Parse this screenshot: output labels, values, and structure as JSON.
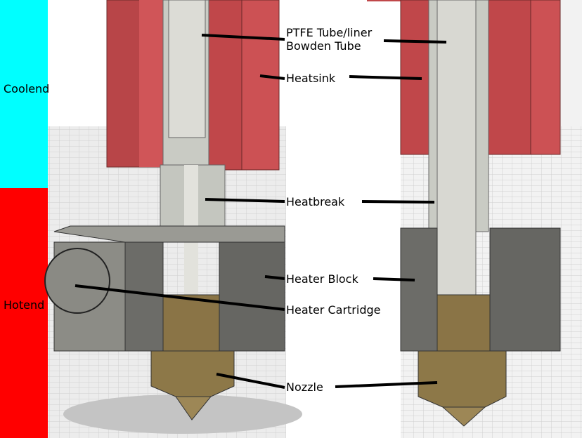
{
  "zones": [
    {
      "label": "Coolend",
      "color": "#00ffff"
    },
    {
      "label": "Hotend",
      "color": "#ff0000"
    }
  ],
  "labels": {
    "ptfe_line1": "PTFE Tube/liner",
    "ptfe_line2": "Bowden Tube",
    "heatsink": "Heatsink",
    "heatbreak": "Heatbreak",
    "heater_block": "Heater Block",
    "heater_cartridge": "Heater Cartridge",
    "nozzle": "Nozzle"
  },
  "colors": {
    "heatsink": "#c0474a",
    "brass": "#8a7446",
    "block": "#6e6e6a",
    "tube": "#c9cbc4"
  }
}
